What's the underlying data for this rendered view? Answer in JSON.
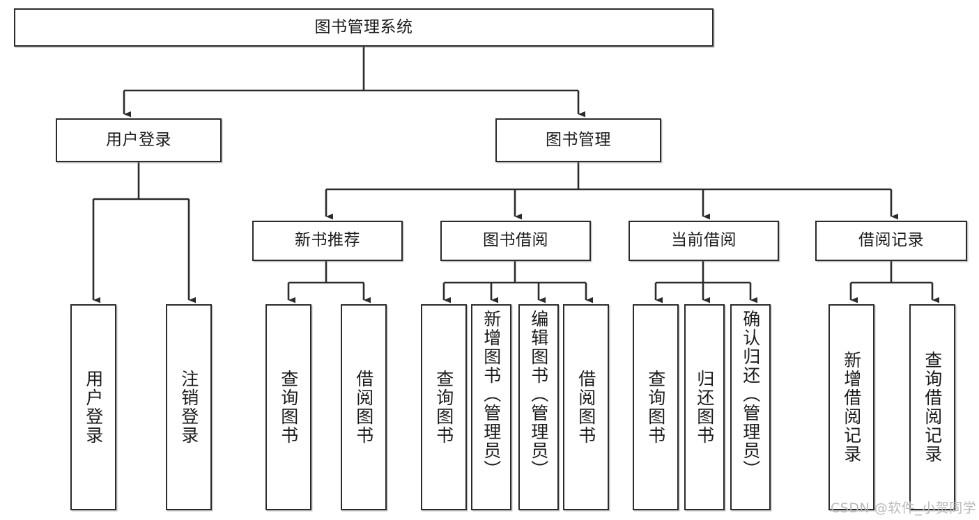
{
  "diagram": {
    "title": "图书管理系统",
    "type": "tree-hierarchy-chart",
    "background_color": "#ffffff",
    "border_color": "#2b2b2b",
    "text_color": "#1b1b1b",
    "watermark": "CSDN @软件_小贺同学"
  },
  "nodes": {
    "root": {
      "label": "图书管理系统"
    },
    "level2": [
      {
        "label": "用户登录"
      },
      {
        "label": "图书管理"
      }
    ],
    "level3": [
      {
        "label": "新书推荐"
      },
      {
        "label": "图书借阅"
      },
      {
        "label": "当前借阅"
      },
      {
        "label": "借阅记录"
      }
    ],
    "leaves": {
      "user_login": [
        {
          "label": "用户登录"
        },
        {
          "label": "注销登录"
        }
      ],
      "new_book_recommend": [
        {
          "label": "查询图书"
        },
        {
          "label": "借阅图书"
        }
      ],
      "book_borrow": [
        {
          "label": "查询图书"
        },
        {
          "label": "新增图书（管理员）"
        },
        {
          "label": "编辑图书（管理员）"
        },
        {
          "label": "借阅图书"
        }
      ],
      "current_borrow": [
        {
          "label": "查询图书"
        },
        {
          "label": "归还图书"
        },
        {
          "label": "确认归还（管理员）"
        }
      ],
      "borrow_record": [
        {
          "label": "新增借阅记录"
        },
        {
          "label": "查询借阅记录"
        }
      ]
    }
  }
}
